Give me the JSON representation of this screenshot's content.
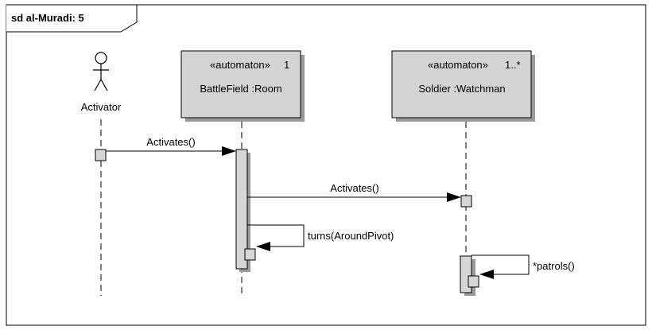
{
  "frame": {
    "title": "sd al-Muradi: 5"
  },
  "actors": [
    {
      "name": "Activator"
    }
  ],
  "lifelines": [
    {
      "stereotype": "«automaton»",
      "multiplicity": "1",
      "name": "BattleField :Room"
    },
    {
      "stereotype": "«automaton»",
      "multiplicity": "1..*",
      "name": "Soldier :Watchman"
    }
  ],
  "messages": [
    {
      "label": "Activates()"
    },
    {
      "label": "Activates()"
    },
    {
      "label": "turns(AroundPivot)"
    },
    {
      "label": "*patrols()"
    }
  ],
  "colors": {
    "frame_border": "#000000",
    "lifeline_fill": "#d4d4d4",
    "lifeline_shadow": "#9a9a9a",
    "activation_fill": "#d6d6d6",
    "line": "#000000"
  }
}
